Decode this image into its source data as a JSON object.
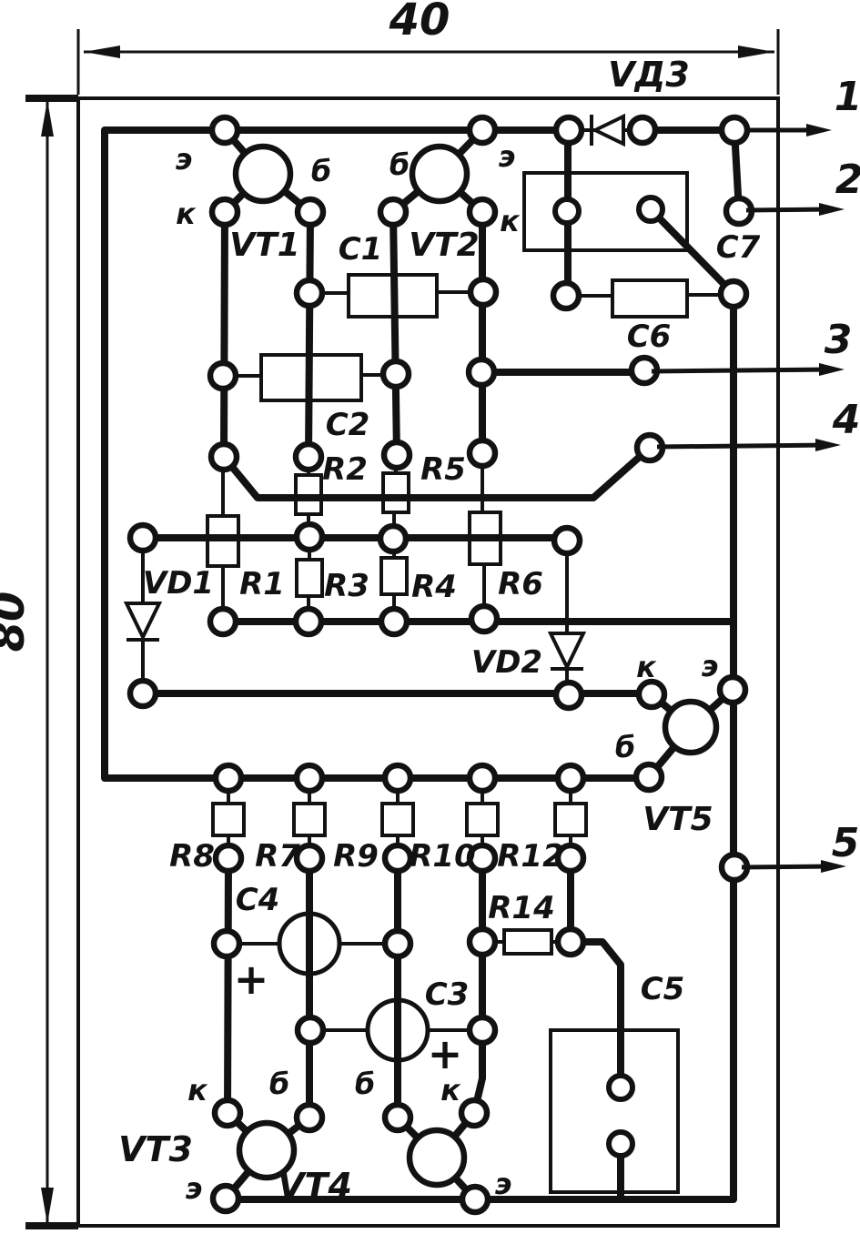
{
  "diagram": {
    "type": "pcb-wiring-layout",
    "board_dimensions": {
      "width_label": "40",
      "height_label": "80"
    },
    "outputs": [
      "1",
      "2",
      "3",
      "4",
      "5"
    ],
    "transistors": [
      "VT1",
      "VT2",
      "VT3",
      "VT4",
      "VT5"
    ],
    "capacitors": [
      "C1",
      "C2",
      "C3",
      "C4",
      "C5",
      "C6",
      "C7"
    ],
    "resistors": [
      "R1",
      "R2",
      "R3",
      "R4",
      "R5",
      "R6",
      "R7",
      "R8",
      "R9",
      "R10",
      "R12",
      "R14"
    ],
    "diodes": [
      "VD1",
      "VD2",
      "VД3"
    ]
  },
  "labels": {
    "dim_width": "40",
    "dim_height": "80",
    "out1": "1",
    "out2": "2",
    "out3": "3",
    "out4": "4",
    "out5": "5",
    "vt1": "VT1",
    "vt2": "VT2",
    "vt3": "VT3",
    "vt4": "VT4",
    "vt5": "VT5",
    "c1": "C1",
    "c2": "C2",
    "c3": "C3",
    "c4": "C4",
    "c5": "C5",
    "c6": "C6",
    "c7": "C7",
    "r1": "R1",
    "r2": "R2",
    "r3": "R3",
    "r4": "R4",
    "r5": "R5",
    "r6": "R6",
    "r7": "R7",
    "r8": "R8",
    "r9": "R9",
    "r10": "R10",
    "r12": "R12",
    "r14": "R14",
    "vd1": "VD1",
    "vd2": "VD2",
    "vd3": "VД3",
    "pin_e": "э",
    "pin_b": "б",
    "pin_k": "к",
    "plus": "+"
  }
}
